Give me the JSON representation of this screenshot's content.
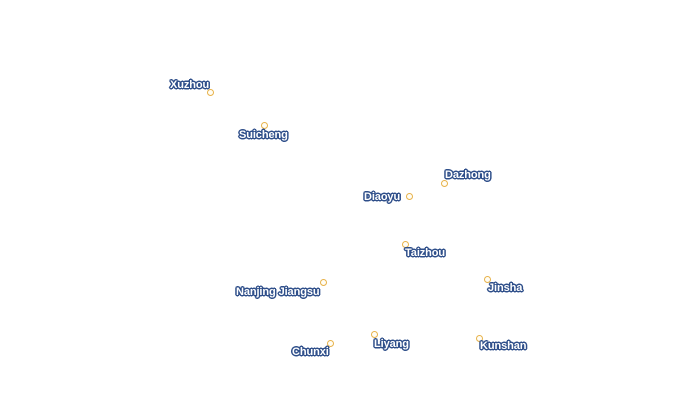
{
  "map": {
    "marker_color": "#e7b24a",
    "label_halo_color": "#2f4f8a",
    "places": [
      {
        "id": "xuzhou",
        "name": "Xuzhou"
      },
      {
        "id": "suicheng",
        "name": "Suicheng"
      },
      {
        "id": "dazhong",
        "name": "Dazhong"
      },
      {
        "id": "diaoyu",
        "name": "Diaoyu"
      },
      {
        "id": "taizhou",
        "name": "Taizhou"
      },
      {
        "id": "jinsha",
        "name": "Jinsha"
      },
      {
        "id": "nanjing",
        "name": "Nanjing Jiangsu"
      },
      {
        "id": "liyang",
        "name": "Liyang"
      },
      {
        "id": "kunshan",
        "name": "Kunshan"
      },
      {
        "id": "chunxi",
        "name": "Chunxi"
      }
    ]
  }
}
